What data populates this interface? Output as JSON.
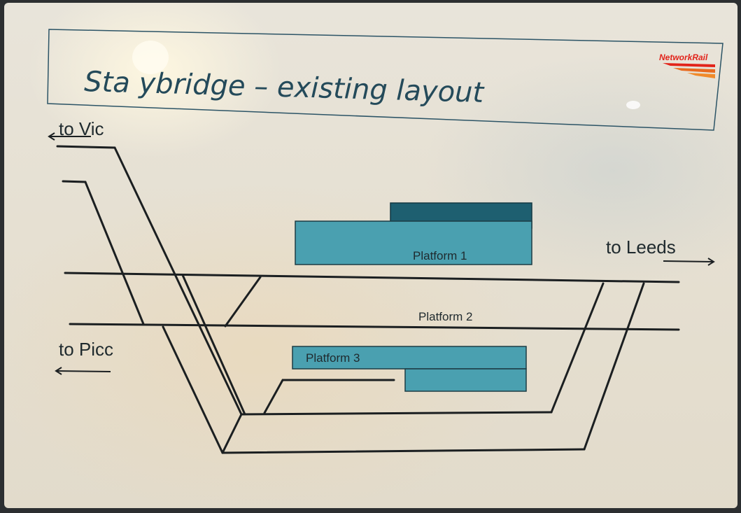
{
  "title": "Sta ybridge – existing layout",
  "logo": {
    "text": "NetworkRail",
    "color": "#e2231a"
  },
  "destinations": {
    "vic": "to Vic",
    "leeds": "to Leeds",
    "picc": "to Picc"
  },
  "platforms": {
    "p1": "Platform 1",
    "p2": "Platform 2",
    "p3": "Platform 3"
  },
  "colors": {
    "platform_light": "#4aa0b0",
    "platform_dark": "#1e5f70",
    "title": "#244a5a",
    "track": "#1b1f21"
  }
}
